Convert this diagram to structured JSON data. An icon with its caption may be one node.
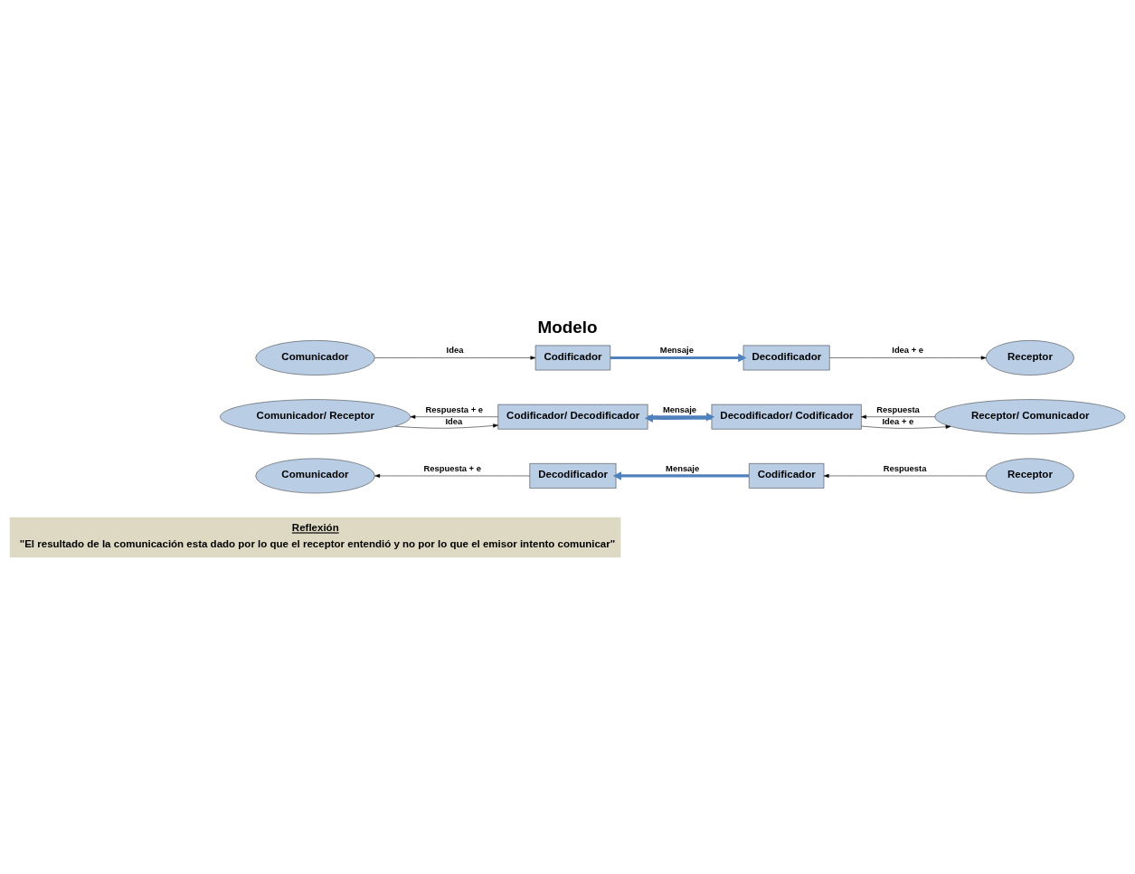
{
  "diagram": {
    "title": "Modelo",
    "nodes": [
      {
        "text": [
          "Comunicador"
        ]
      },
      {
        "text": [
          "Codificador"
        ]
      },
      {
        "text": [
          "Decodificador"
        ]
      },
      {
        "text": [
          "Receptor"
        ]
      },
      {
        "text": [
          "Comunicador/ Receptor"
        ]
      },
      {
        "text": [
          "Codificador/ Decodificador"
        ]
      },
      {
        "text": [
          "Decodificador/ Codificador"
        ]
      },
      {
        "text": [
          "Receptor/ Comunicador"
        ]
      },
      {
        "text": [
          "Comunicador"
        ]
      },
      {
        "text": [
          "Decodificador"
        ]
      },
      {
        "text": [
          "Codificador"
        ]
      },
      {
        "text": [
          "Receptor"
        ]
      },
      {
        "text": [
          "Reflexión",
          "\"El resultado de la comunicación esta dado por lo que el receptor entendió y no por lo que el emisor intento comunicar\""
        ]
      }
    ],
    "edges": [
      {
        "from": 0,
        "to": 1,
        "arrow": "to",
        "label": "Idea"
      },
      {
        "from": 1,
        "to": 2,
        "arrow": "to",
        "label": "Mensaje",
        "style": "thick",
        "color": "#4f81bd"
      },
      {
        "from": 2,
        "to": 3,
        "arrow": "to",
        "label": "Idea + e"
      },
      {
        "from": 4,
        "to": 5,
        "arrow": "to",
        "label": "Idea"
      },
      {
        "from": 5,
        "to": 4,
        "arrow": "to",
        "label": "Respuesta + e"
      },
      {
        "from": 5,
        "to": 6,
        "arrow": "to",
        "label": "Mensaje",
        "style": "thick",
        "color": "#4f81bd"
      },
      {
        "from": 6,
        "to": 5,
        "arrow": "to",
        "style": "thick",
        "color": "#4f81bd"
      },
      {
        "from": 6,
        "to": 7,
        "arrow": "to",
        "label": "Idea + e"
      },
      {
        "from": 7,
        "to": 6,
        "arrow": "to",
        "label": "Respuesta"
      },
      {
        "from": 11,
        "to": 10,
        "arrow": "to",
        "label": "Respuesta"
      },
      {
        "from": 10,
        "to": 9,
        "arrow": "to",
        "label": "Mensaje",
        "style": "thick",
        "color": "#4f81bd"
      },
      {
        "from": 9,
        "to": 8,
        "arrow": "to",
        "label": "Respuesta + e"
      }
    ]
  }
}
